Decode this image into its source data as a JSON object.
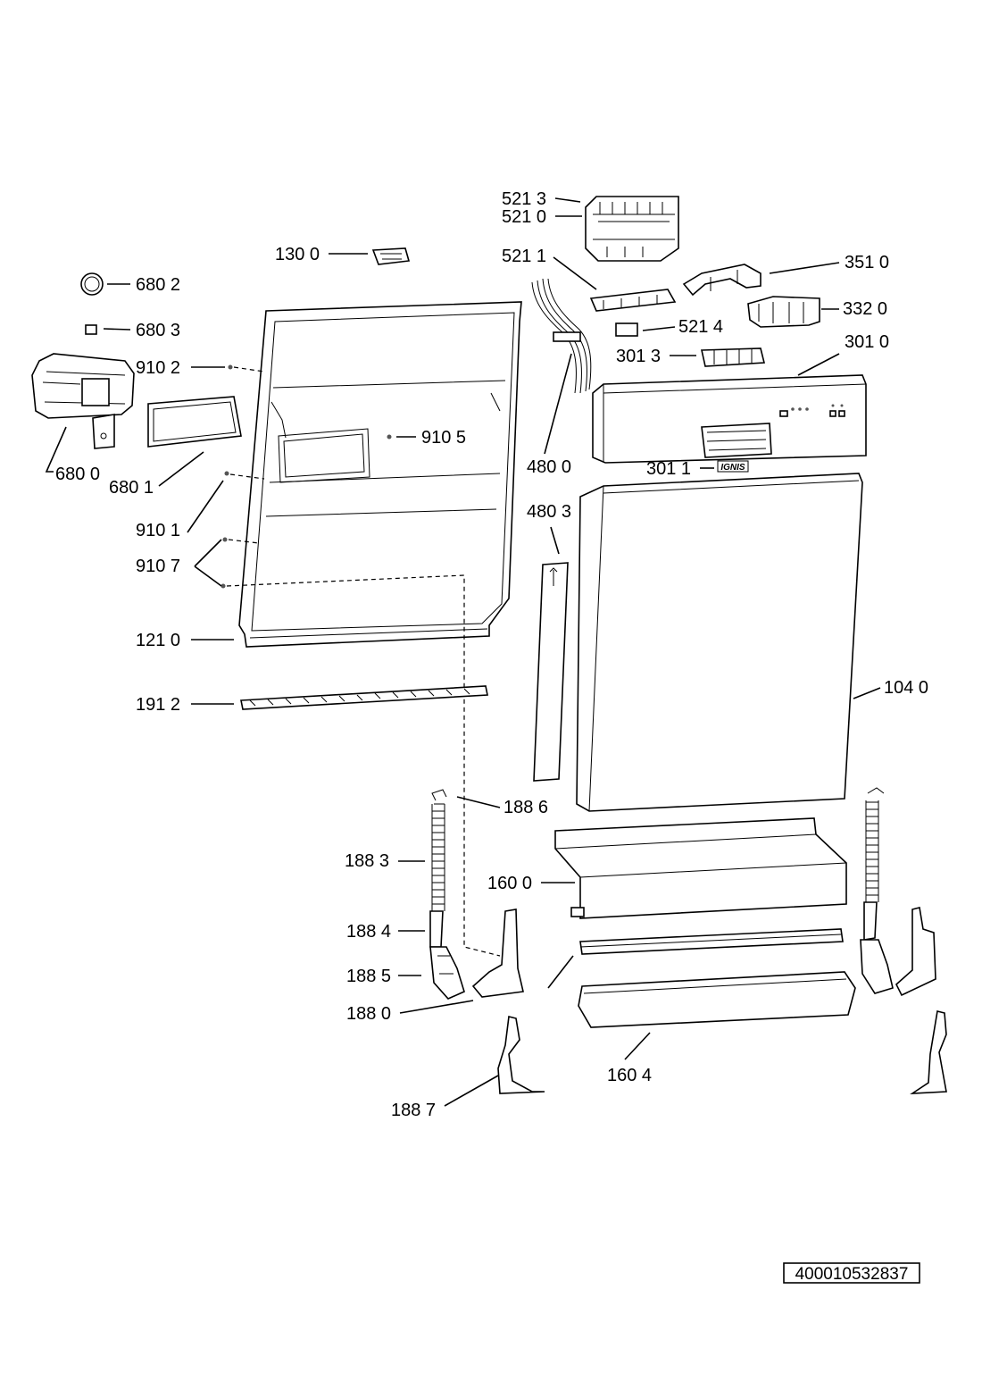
{
  "labels": {
    "p5213": "521 3",
    "p5210": "521 0",
    "p1300": "130 0",
    "p5211": "521 1",
    "p3510": "351 0",
    "p6802": "680 2",
    "p3320": "332 0",
    "p6803": "680 3",
    "p5214": "521 4",
    "p3013": "301 3",
    "p3010": "301 0",
    "p9102": "910 2",
    "p9105": "910 5",
    "p6800": "680 0",
    "p6801": "680 1",
    "p4800": "480 0",
    "p3011": "301 1",
    "p4803": "480 3",
    "p9101": "910 1",
    "p9107": "910 7",
    "p1210": "121 0",
    "p1912": "191 2",
    "p1040": "104 0",
    "p1886": "188 6",
    "p1883": "188 3",
    "p1600": "160 0",
    "p1884": "188 4",
    "p1885": "188 5",
    "p1880": "188 0",
    "p1604": "160 4",
    "p1887": "188 7"
  },
  "brand_logo": "IGNIS",
  "diagram_id": "400010532837"
}
